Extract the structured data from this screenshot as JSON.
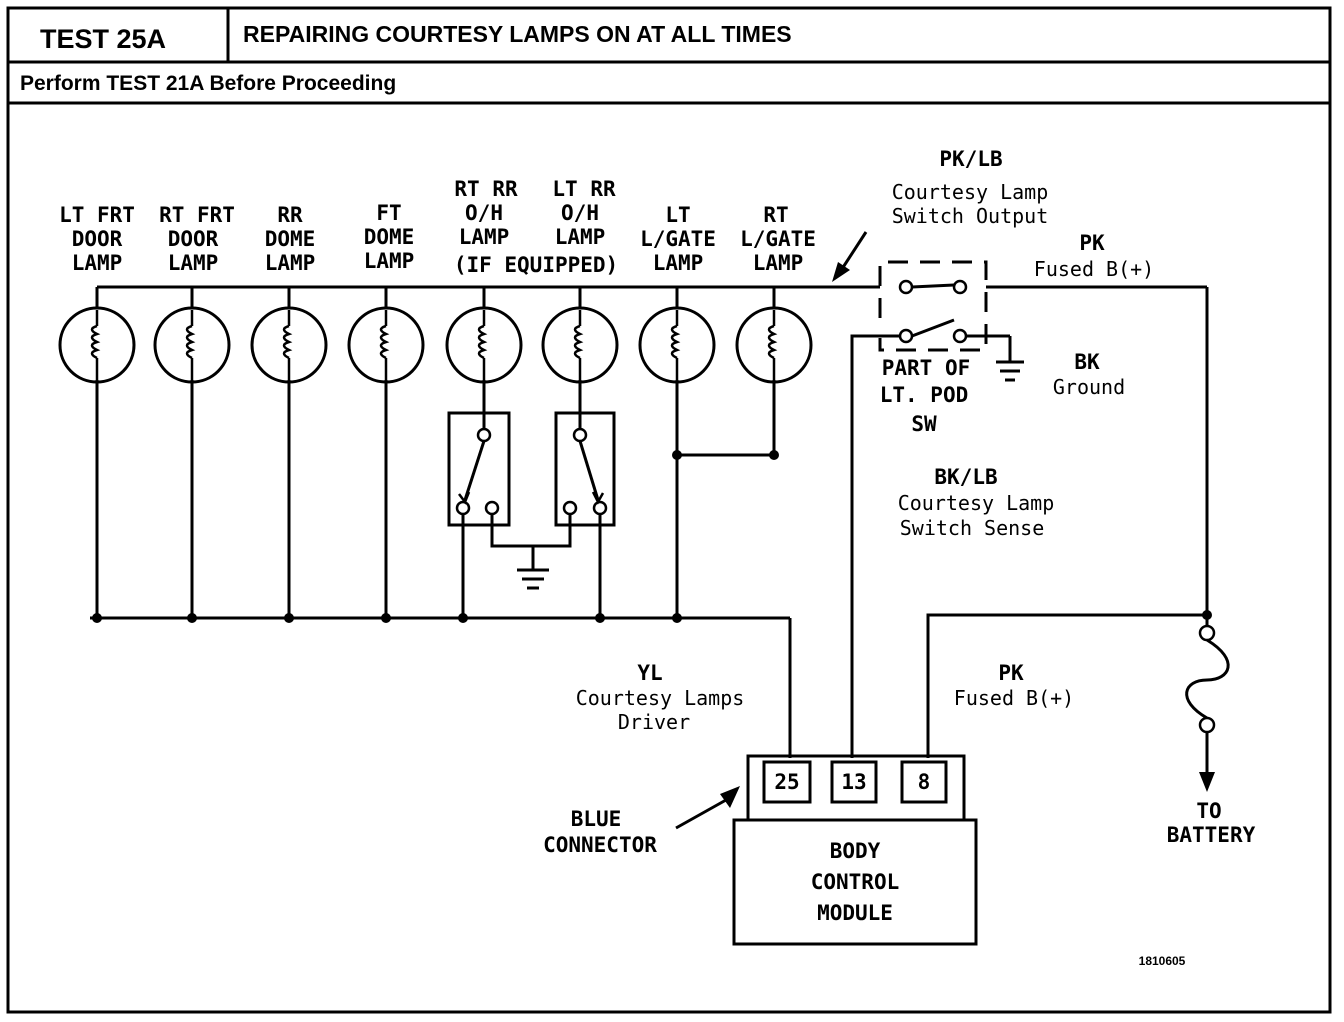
{
  "header": {
    "test_id": "TEST 25A",
    "title": "REPAIRING COURTESY LAMPS ON AT ALL TIMES",
    "prereq": "Perform TEST 21A Before Proceeding"
  },
  "lamps": [
    {
      "lines": [
        "LT FRT",
        "DOOR",
        "LAMP"
      ]
    },
    {
      "lines": [
        "RT FRT",
        "DOOR",
        "LAMP"
      ]
    },
    {
      "lines": [
        "RR",
        "DOME",
        "LAMP"
      ]
    },
    {
      "lines": [
        "FT",
        "DOME",
        "LAMP"
      ]
    },
    {
      "lines": [
        "RT RR",
        "O/H",
        "LAMP"
      ]
    },
    {
      "lines": [
        "LT RR",
        "O/H",
        "LAMP"
      ]
    },
    {
      "lines": [
        "LT",
        "L/GATE",
        "LAMP"
      ]
    },
    {
      "lines": [
        "RT",
        "L/GATE",
        "LAMP"
      ]
    }
  ],
  "if_equipped": "(IF EQUIPPED)",
  "wires": {
    "switch_output": [
      "PK/LB",
      "Courtesy Lamp",
      "Switch Output"
    ],
    "fused_top": [
      "PK",
      "Fused B(+)"
    ],
    "ground": [
      "BK",
      "Ground"
    ],
    "pod_switch": [
      "PART OF",
      "LT. POD",
      "SW"
    ],
    "switch_sense": [
      "BK/LB",
      "Courtesy Lamp",
      "Switch Sense"
    ],
    "driver": [
      "YL",
      "Courtesy Lamps",
      "Driver"
    ],
    "fused_bottom": [
      "PK",
      "Fused B(+)"
    ]
  },
  "connector": {
    "label": [
      "BLUE",
      "CONNECTOR"
    ],
    "pins": [
      "25",
      "13",
      "8"
    ]
  },
  "module": [
    "BODY",
    "CONTROL",
    "MODULE"
  ],
  "battery": [
    "TO",
    "BATTERY"
  ],
  "figure_id": "1810605"
}
